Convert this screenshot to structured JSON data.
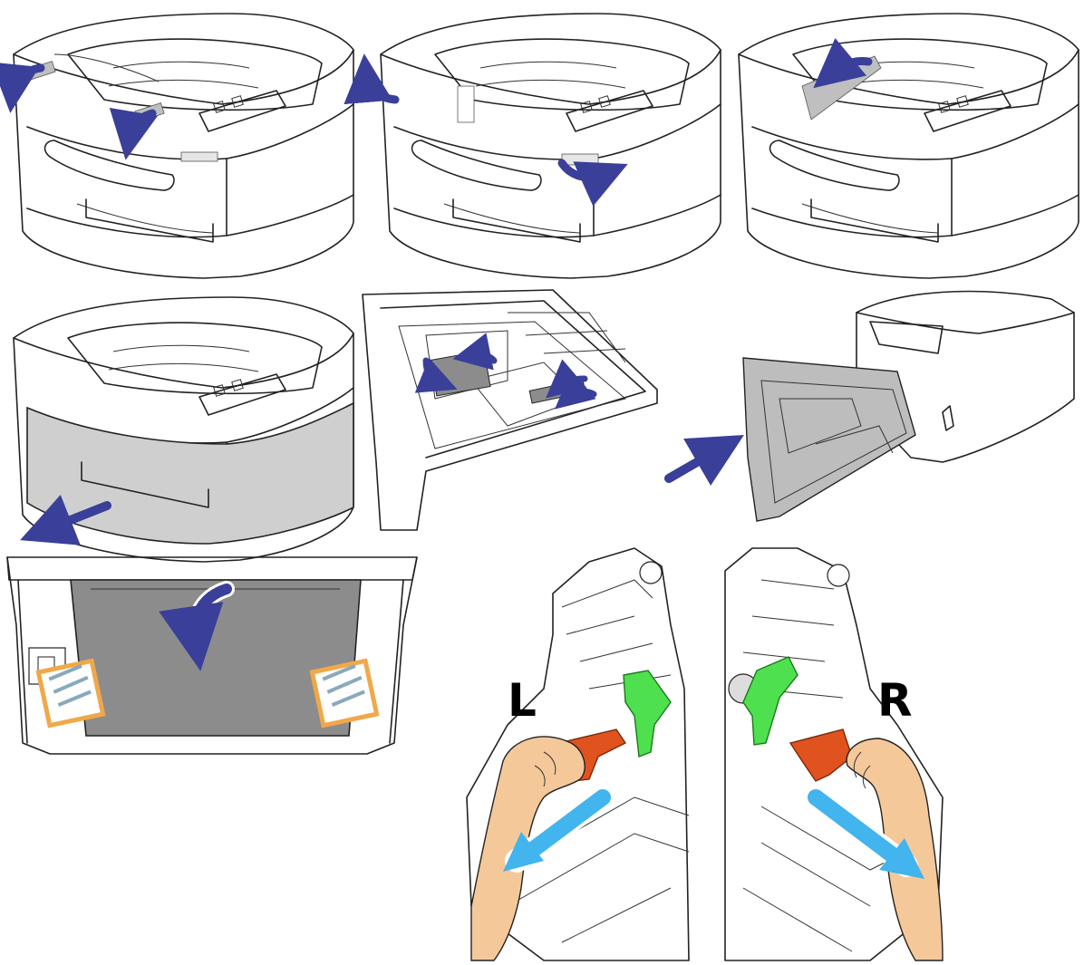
{
  "figure": {
    "panel_labels": {
      "left": "L",
      "right": "R"
    },
    "colors": {
      "arrow_dark": "#3a3f9a",
      "arrow_light": "#42b4ee",
      "tape": "#bfbfbf",
      "tray_gray": "#cfcfcf",
      "rear_door": "#8c8c8c",
      "sticker_border": "#f0a84a",
      "lock_lever": "#4fe04f",
      "release_tab": "#e0521e",
      "skin": "#f5c89a",
      "outline": "#222222"
    },
    "icons": [
      "curved-arrow-icon",
      "straight-arrow-icon",
      "hand-illustration",
      "printer-illustration"
    ]
  }
}
